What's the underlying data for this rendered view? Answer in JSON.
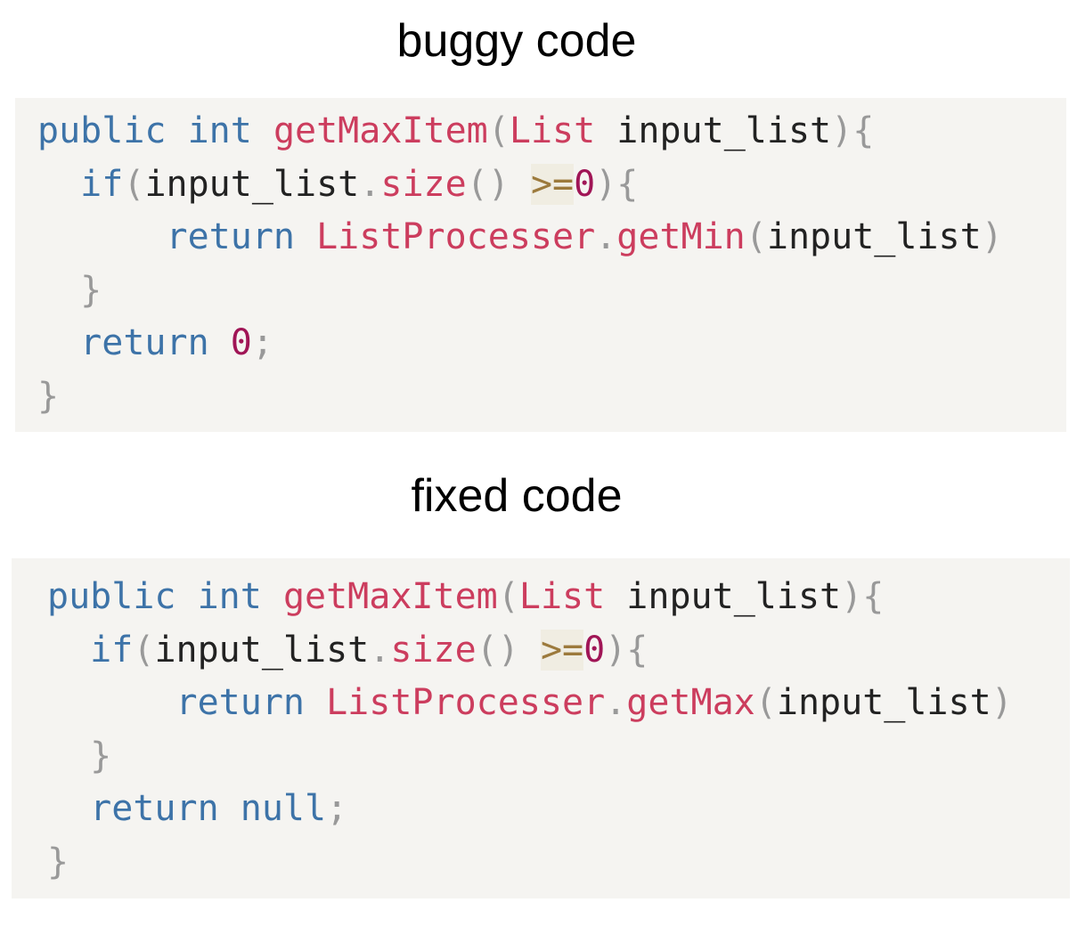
{
  "sections": [
    {
      "id": "buggy",
      "title": "buggy code",
      "lines": [
        [
          {
            "t": "public",
            "k": "keyword"
          },
          {
            "t": " ",
            "k": "identifier"
          },
          {
            "t": "int",
            "k": "keyword"
          },
          {
            "t": " ",
            "k": "identifier"
          },
          {
            "t": "getMaxItem",
            "k": "function"
          },
          {
            "t": "(",
            "k": "punct"
          },
          {
            "t": "List",
            "k": "function"
          },
          {
            "t": " ",
            "k": "identifier"
          },
          {
            "t": "input_list",
            "k": "identifier"
          },
          {
            "t": "){",
            "k": "punct"
          }
        ],
        [
          {
            "t": "  ",
            "k": "identifier"
          },
          {
            "t": "if",
            "k": "keyword"
          },
          {
            "t": "(",
            "k": "punct"
          },
          {
            "t": "input_list",
            "k": "identifier"
          },
          {
            "t": ".",
            "k": "punct"
          },
          {
            "t": "size",
            "k": "function"
          },
          {
            "t": "()",
            "k": "punct"
          },
          {
            "t": " ",
            "k": "identifier"
          },
          {
            "t": ">=",
            "k": "operator"
          },
          {
            "t": "0",
            "k": "number"
          },
          {
            "t": "){",
            "k": "punct"
          }
        ],
        [
          {
            "t": "      ",
            "k": "identifier"
          },
          {
            "t": "return",
            "k": "keyword"
          },
          {
            "t": " ",
            "k": "identifier"
          },
          {
            "t": "ListProcesser",
            "k": "function"
          },
          {
            "t": ".",
            "k": "punct"
          },
          {
            "t": "getMin",
            "k": "function"
          },
          {
            "t": "(",
            "k": "punct"
          },
          {
            "t": "input_list",
            "k": "identifier"
          },
          {
            "t": ")",
            "k": "punct"
          }
        ],
        [
          {
            "t": "  ",
            "k": "identifier"
          },
          {
            "t": "}",
            "k": "punct"
          }
        ],
        [
          {
            "t": "  ",
            "k": "identifier"
          },
          {
            "t": "return",
            "k": "keyword"
          },
          {
            "t": " ",
            "k": "identifier"
          },
          {
            "t": "0",
            "k": "number"
          },
          {
            "t": ";",
            "k": "punct"
          }
        ],
        [
          {
            "t": "}",
            "k": "punct"
          }
        ]
      ]
    },
    {
      "id": "fixed",
      "title": "fixed code",
      "lines": [
        [
          {
            "t": "public",
            "k": "keyword"
          },
          {
            "t": " ",
            "k": "identifier"
          },
          {
            "t": "int",
            "k": "keyword"
          },
          {
            "t": " ",
            "k": "identifier"
          },
          {
            "t": "getMaxItem",
            "k": "function"
          },
          {
            "t": "(",
            "k": "punct"
          },
          {
            "t": "List",
            "k": "function"
          },
          {
            "t": " ",
            "k": "identifier"
          },
          {
            "t": "input_list",
            "k": "identifier"
          },
          {
            "t": "){",
            "k": "punct"
          }
        ],
        [
          {
            "t": "  ",
            "k": "identifier"
          },
          {
            "t": "if",
            "k": "keyword"
          },
          {
            "t": "(",
            "k": "punct"
          },
          {
            "t": "input_list",
            "k": "identifier"
          },
          {
            "t": ".",
            "k": "punct"
          },
          {
            "t": "size",
            "k": "function"
          },
          {
            "t": "()",
            "k": "punct"
          },
          {
            "t": " ",
            "k": "identifier"
          },
          {
            "t": ">=",
            "k": "operator"
          },
          {
            "t": "0",
            "k": "number"
          },
          {
            "t": "){",
            "k": "punct"
          }
        ],
        [
          {
            "t": "      ",
            "k": "identifier"
          },
          {
            "t": "return",
            "k": "keyword"
          },
          {
            "t": " ",
            "k": "identifier"
          },
          {
            "t": "ListProcesser",
            "k": "function"
          },
          {
            "t": ".",
            "k": "punct"
          },
          {
            "t": "getMax",
            "k": "function"
          },
          {
            "t": "(",
            "k": "punct"
          },
          {
            "t": "input_list",
            "k": "identifier"
          },
          {
            "t": ")",
            "k": "punct"
          }
        ],
        [
          {
            "t": "  ",
            "k": "identifier"
          },
          {
            "t": "}",
            "k": "punct"
          }
        ],
        [
          {
            "t": "  ",
            "k": "identifier"
          },
          {
            "t": "return",
            "k": "keyword"
          },
          {
            "t": " ",
            "k": "identifier"
          },
          {
            "t": "null",
            "k": "keyword"
          },
          {
            "t": ";",
            "k": "punct"
          }
        ],
        [
          {
            "t": "}",
            "k": "punct"
          }
        ]
      ]
    }
  ],
  "colors": {
    "background": "#ffffff",
    "code_background": "#f5f4f1",
    "keyword": "#3d73a8",
    "function": "#cc3d5e",
    "identifier": "#222222",
    "punctuation": "#999999",
    "operator": "#9c7a3c",
    "number": "#a01556"
  }
}
